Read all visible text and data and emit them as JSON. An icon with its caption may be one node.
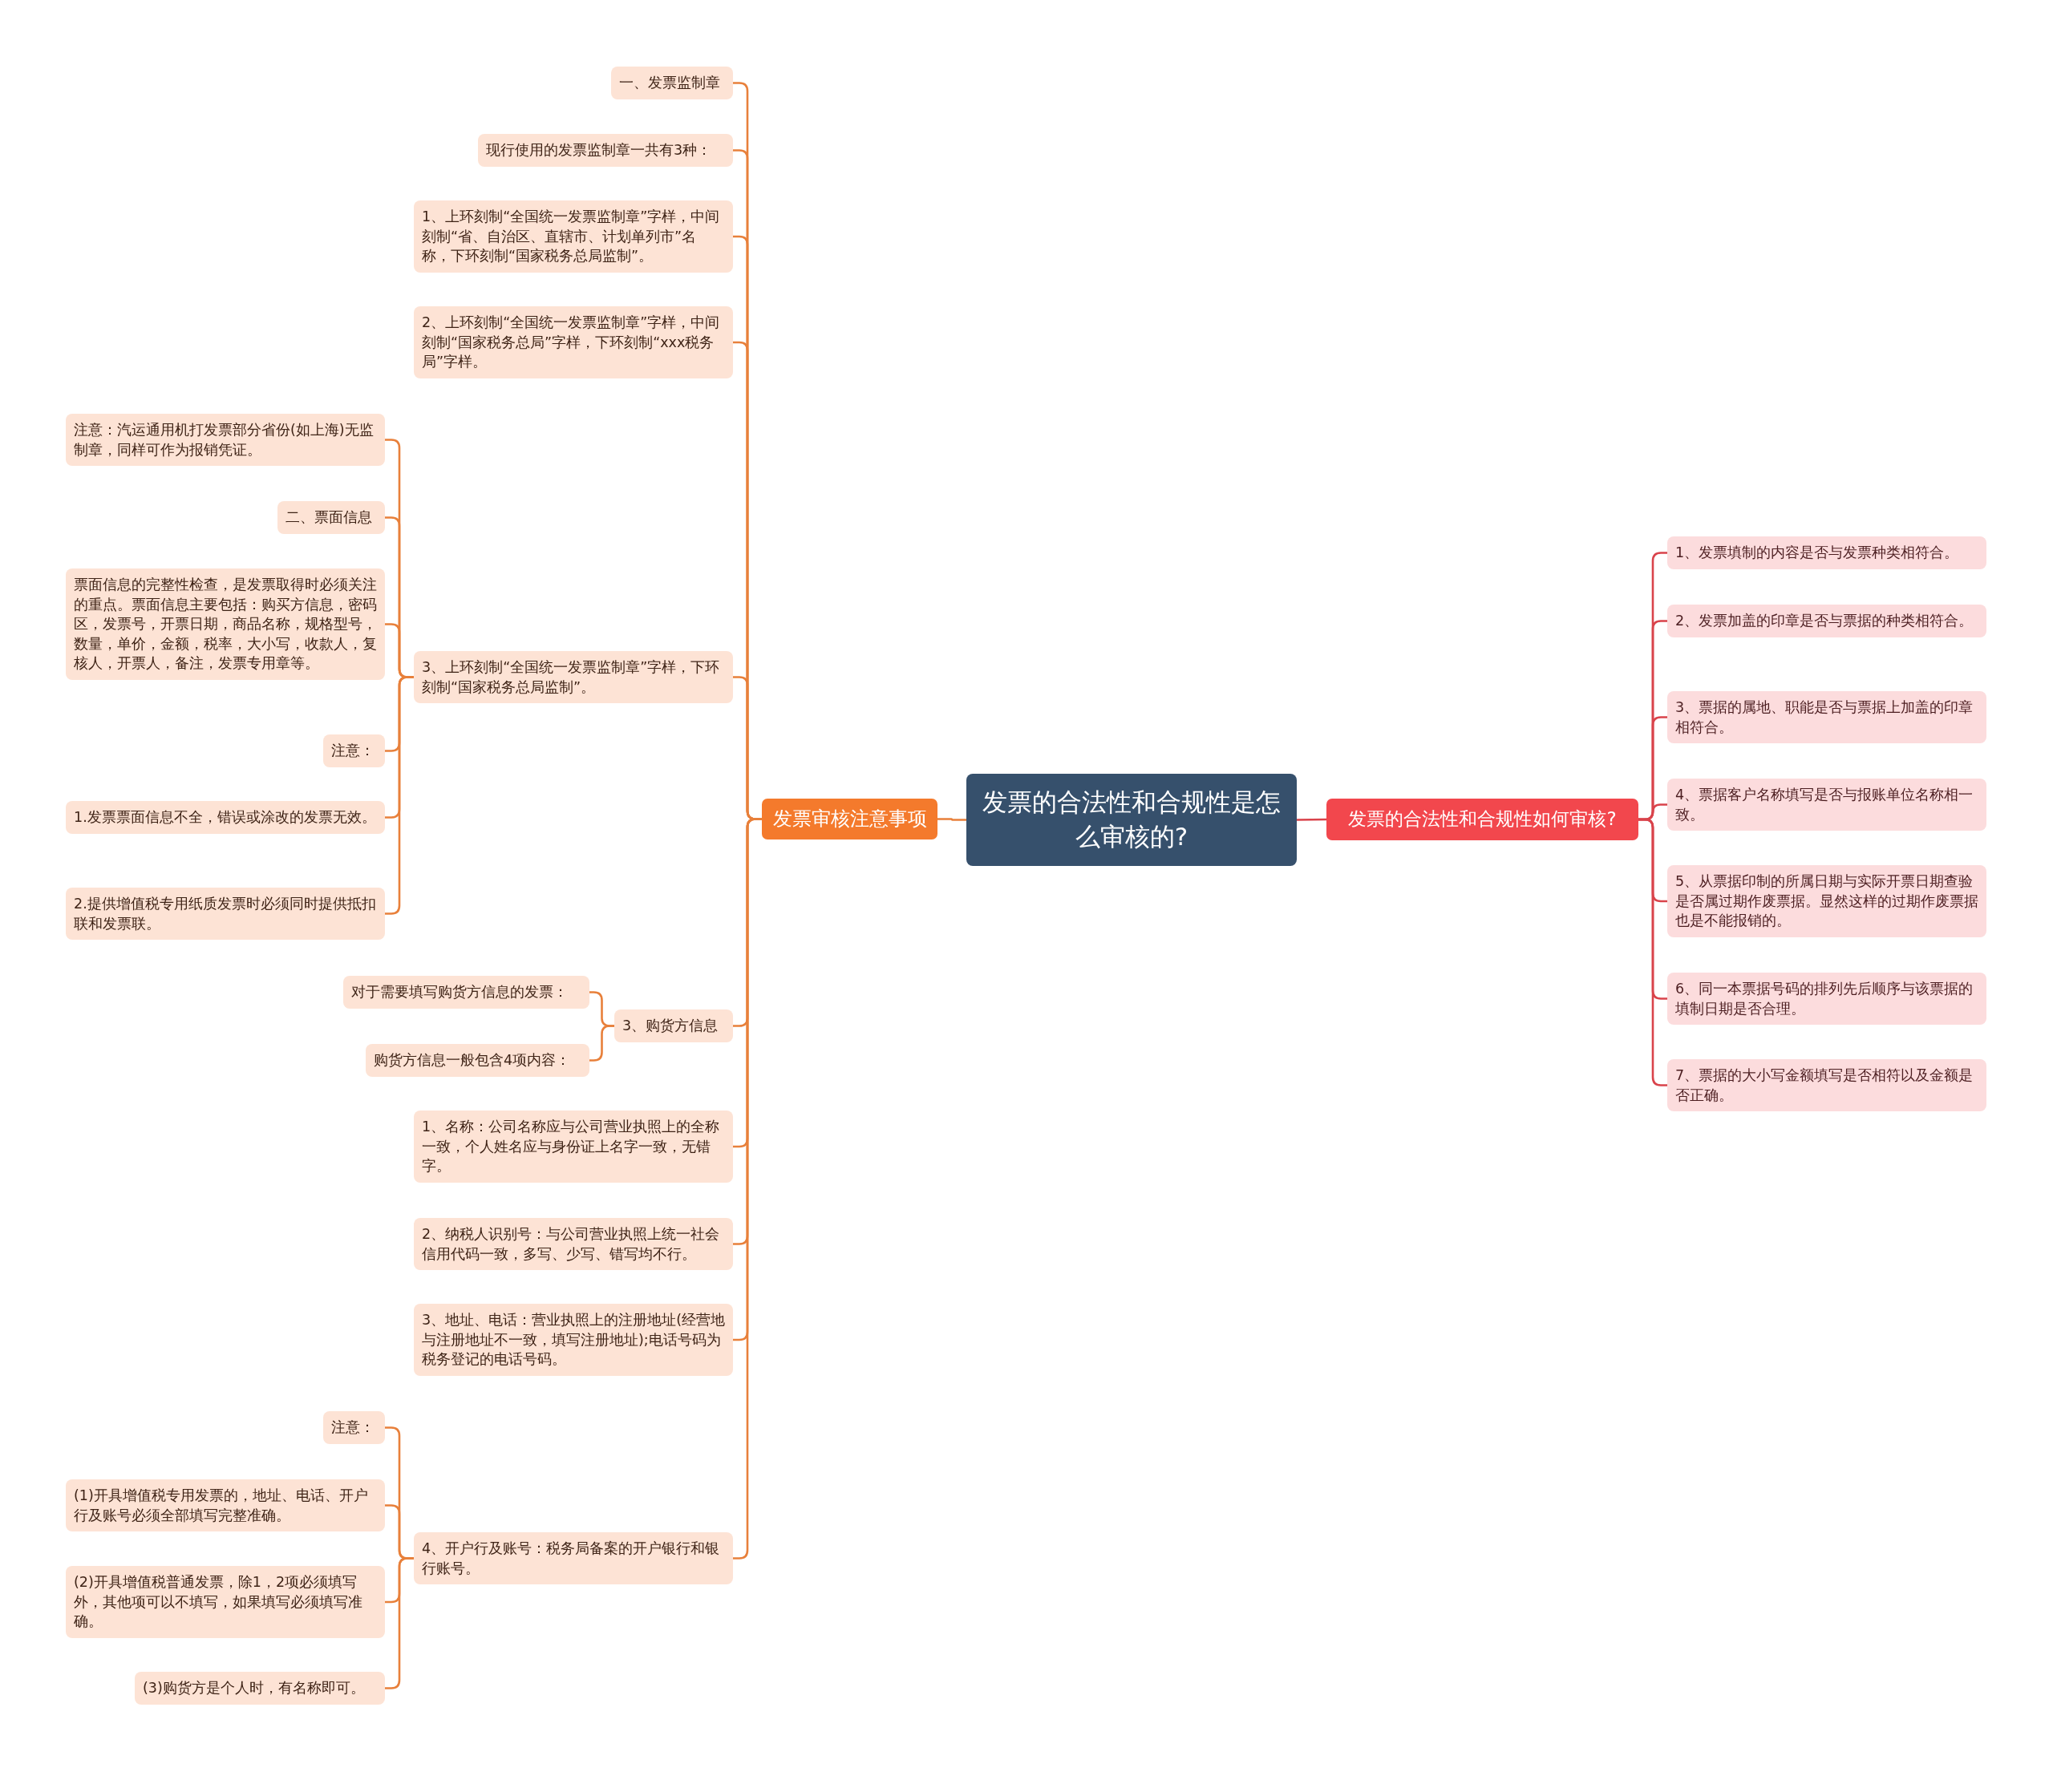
{
  "diagram": {
    "nodes": [
      {
        "text": [
          "发票的合法性和合规性是怎么审核的?"
        ]
      },
      {
        "text": [
          "发票审核注意事项"
        ]
      },
      {
        "text": [
          "发票的合法性和合规性如何审核?"
        ]
      },
      {
        "text": [
          "一、发票监制章"
        ]
      },
      {
        "text": [
          "现行使用的发票监制章一共有3种："
        ]
      },
      {
        "text": [
          "1、上环刻制“全国统一发票监制章”字样，中间刻制“省、自治区、直辖市、计划单列市”名称，下环刻制“国家税务总局监制”。"
        ]
      },
      {
        "text": [
          "2、上环刻制“全国统一发票监制章”字样，中间刻制“国家税务总局”字样，下环刻制“xxx税务局”字样。"
        ]
      },
      {
        "text": [
          "3、上环刻制“全国统一发票监制章”字样，下环刻制“国家税务总局监制”。"
        ]
      },
      {
        "text": [
          "注意：汽运通用机打发票部分省份(如上海)无监制章，同样可作为报销凭证。"
        ]
      },
      {
        "text": [
          "二、票面信息"
        ]
      },
      {
        "text": [
          "票面信息的完整性检查，是发票取得时必须关注的重点。票面信息主要包括：购买方信息，密码区，发票号，开票日期，商品名称，规格型号，数量，单价，金额，税率，大小写，收款人，复核人，开票人，备注，发票专用章等。"
        ]
      },
      {
        "text": [
          "注意："
        ]
      },
      {
        "text": [
          "1.发票票面信息不全，错误或涂改的发票无效。"
        ]
      },
      {
        "text": [
          "2.提供增值税专用纸质发票时必须同时提供抵扣联和发票联。"
        ]
      },
      {
        "text": [
          "3、购货方信息"
        ]
      },
      {
        "text": [
          "对于需要填写购货方信息的发票："
        ]
      },
      {
        "text": [
          "购货方信息一般包含4项内容："
        ]
      },
      {
        "text": [
          "1、名称：公司名称应与公司营业执照上的全称一致，个人姓名应与身份证上名字一致，无错字。"
        ]
      },
      {
        "text": [
          "2、纳税人识别号：与公司营业执照上统一社会信用代码一致，多写、少写、错写均不行。"
        ]
      },
      {
        "text": [
          "3、地址、电话：营业执照上的注册地址(经营地与注册地址不一致，填写注册地址);电话号码为税务登记的电话号码。"
        ]
      },
      {
        "text": [
          "4、开户行及账号：税务局备案的开户银行和银行账号。"
        ]
      },
      {
        "text": [
          "注意："
        ]
      },
      {
        "text": [
          "(1)开具增值税专用发票的，地址、电话、开户行及账号必须全部填写完整准确。"
        ]
      },
      {
        "text": [
          "(2)开具增值税普通发票，除1，2项必须填写外，其他项可以不填写，如果填写必须填写准确。"
        ]
      },
      {
        "text": [
          "(3)购货方是个人时，有名称即可。"
        ]
      },
      {
        "text": [
          "1、发票填制的内容是否与发票种类相符合。"
        ]
      },
      {
        "text": [
          "2、发票加盖的印章是否与票据的种类相符合。"
        ]
      },
      {
        "text": [
          "3、票据的属地、职能是否与票据上加盖的印章相符合。"
        ]
      },
      {
        "text": [
          "4、票据客户名称填写是否与报账单位名称相一致。"
        ]
      },
      {
        "text": [
          "5、从票据印制的所属日期与实际开票日期查验是否属过期作废票据。显然这样的过期作废票据也是不能报销的。"
        ]
      },
      {
        "text": [
          "6、同一本票据号码的排列先后顺序与该票据的填制日期是否合理。"
        ]
      },
      {
        "text": [
          "7、票据的大小写金额填写是否相符以及金额是否正确。"
        ]
      }
    ],
    "edges": [
      {
        "from": 0,
        "to": 1,
        "arrow": "none"
      },
      {
        "from": 0,
        "to": 2,
        "arrow": "none",
        "color": "#d9434b"
      },
      {
        "from": 1,
        "to": 3,
        "arrow": "none"
      },
      {
        "from": 1,
        "to": 4,
        "arrow": "none"
      },
      {
        "from": 1,
        "to": 5,
        "arrow": "none"
      },
      {
        "from": 1,
        "to": 6,
        "arrow": "none"
      },
      {
        "from": 1,
        "to": 7,
        "arrow": "none"
      },
      {
        "from": 7,
        "to": 8,
        "arrow": "none"
      },
      {
        "from": 7,
        "to": 9,
        "arrow": "none"
      },
      {
        "from": 7,
        "to": 10,
        "arrow": "none"
      },
      {
        "from": 7,
        "to": 11,
        "arrow": "none"
      },
      {
        "from": 7,
        "to": 12,
        "arrow": "none"
      },
      {
        "from": 7,
        "to": 13,
        "arrow": "none"
      },
      {
        "from": 1,
        "to": 14,
        "arrow": "none"
      },
      {
        "from": 14,
        "to": 15,
        "arrow": "none"
      },
      {
        "from": 14,
        "to": 16,
        "arrow": "none"
      },
      {
        "from": 1,
        "to": 17,
        "arrow": "none"
      },
      {
        "from": 1,
        "to": 18,
        "arrow": "none"
      },
      {
        "from": 1,
        "to": 19,
        "arrow": "none"
      },
      {
        "from": 1,
        "to": 20,
        "arrow": "none"
      },
      {
        "from": 20,
        "to": 21,
        "arrow": "none"
      },
      {
        "from": 20,
        "to": 22,
        "arrow": "none"
      },
      {
        "from": 20,
        "to": 23,
        "arrow": "none"
      },
      {
        "from": 20,
        "to": 24,
        "arrow": "none"
      },
      {
        "from": 2,
        "to": 25,
        "arrow": "none",
        "color": "#d9434b"
      },
      {
        "from": 2,
        "to": 26,
        "arrow": "none",
        "color": "#d9434b"
      },
      {
        "from": 2,
        "to": 27,
        "arrow": "none",
        "color": "#d9434b"
      },
      {
        "from": 2,
        "to": 28,
        "arrow": "none",
        "color": "#d9434b"
      },
      {
        "from": 2,
        "to": 29,
        "arrow": "none",
        "color": "#d9434b"
      },
      {
        "from": 2,
        "to": 30,
        "arrow": "none",
        "color": "#d9434b"
      },
      {
        "from": 2,
        "to": 31,
        "arrow": "none",
        "color": "#d9434b"
      }
    ]
  }
}
